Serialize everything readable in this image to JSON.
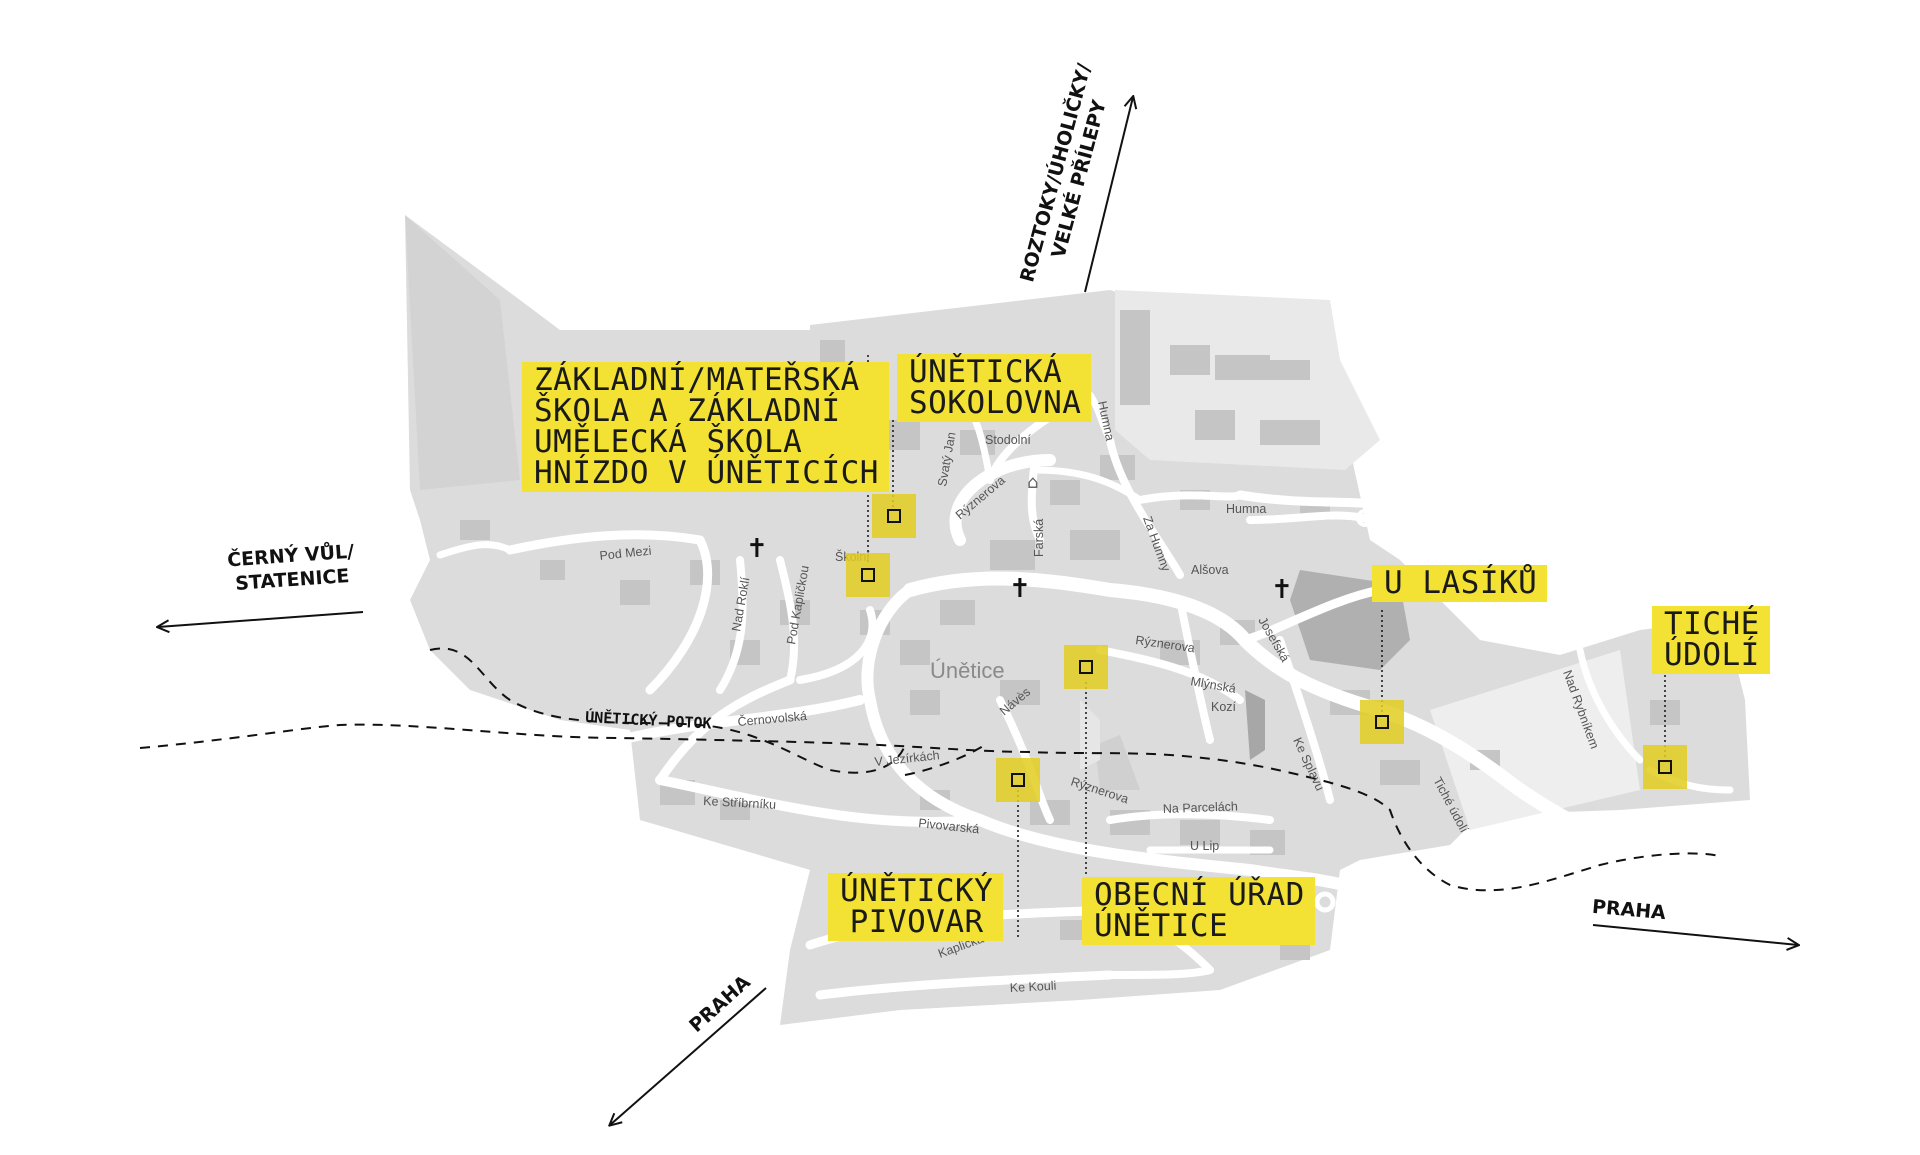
{
  "map": {
    "town_name": "Únětice",
    "stream_label": "ÚNĚTICKÝ POTOK",
    "streets": [
      "Pod Mezi",
      "Nad Roklí",
      "Pod Kapličkou",
      "Školní",
      "Svatý Jan",
      "Stodolní",
      "Rýznerova",
      "Farská",
      "Humna",
      "Za Humny",
      "Humna",
      "Alšova",
      "Josefská",
      "Rýznerova",
      "Mlýnská",
      "Kozí",
      "Návès",
      "Černovolská",
      "V Jezírkách",
      "Ke Stříbrníku",
      "Pivovarská",
      "Rýznerova",
      "Na Parcelách",
      "U Lip",
      "Ke Splavu",
      "Tiché údolí",
      "Nad Rybníkem",
      "Kaplička",
      "Ke Kouli"
    ]
  },
  "places": [
    {
      "id": "school",
      "lines": [
        "ZÁKLADNÍ/MATEŘSKÁ",
        "ŠKOLA A ZÁKLADNÍ",
        "UMĚLECKÁ ŠKOLA",
        "HNÍZDO V ÚNĚTICÍCH"
      ]
    },
    {
      "id": "sokolovna",
      "lines": [
        "ÚNĚTICKÁ",
        "SOKOLOVNA"
      ]
    },
    {
      "id": "lasiku",
      "lines": [
        "U LASÍKŮ"
      ]
    },
    {
      "id": "tiche",
      "lines": [
        "TICHÉ",
        "ÚDOLÍ"
      ]
    },
    {
      "id": "pivovar",
      "lines": [
        "ÚNĚTICKÝ",
        "PIVOVAR"
      ]
    },
    {
      "id": "urad",
      "lines": [
        "OBECNÍ ÚŘAD",
        "ÚNĚTICE"
      ]
    }
  ],
  "directions": {
    "north": [
      "ROZTOKY/ÚHOLIČKY/",
      "VELKÉ PŘÍLEPY"
    ],
    "west": [
      "ČERNÝ VŮL/",
      "STATENICE"
    ],
    "southwest": "PRAHA",
    "east": "PRAHA"
  },
  "colors": {
    "highlight": "#f3e234",
    "marker": "#e2cd1e",
    "map_base": "#dcdcdc",
    "road": "#ffffff"
  }
}
